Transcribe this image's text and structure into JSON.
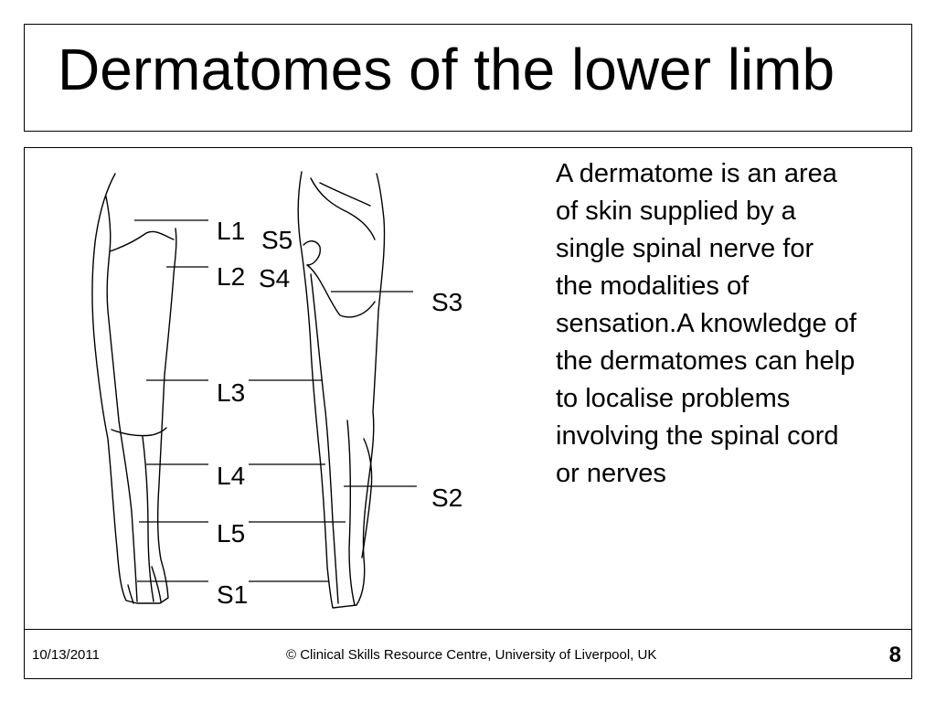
{
  "slide": {
    "title": "Dermatomes of the lower limb",
    "description": "A dermatome is an area of skin supplied by a single spinal nerve for the modalities of sensation.A knowledge of the dermatomes can help to localise problems involving the spinal cord or nerves",
    "diagram_labels": {
      "l1": "L1",
      "l2": "L2",
      "l3": "L3",
      "l4": "L4",
      "l5": "L5",
      "s1": "S1",
      "s2": "S2",
      "s3": "S3",
      "s4": "S4",
      "s5": "S5"
    }
  },
  "footer": {
    "date": "10/13/2011",
    "copyright": "© Clinical Skills Resource Centre, University of Liverpool, UK",
    "page_number": "8"
  }
}
